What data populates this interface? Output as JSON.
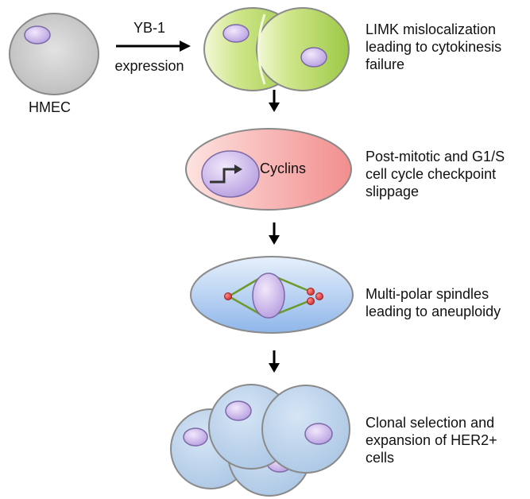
{
  "start": {
    "cell_label": "HMEC",
    "arrow_label_top": "YB-1",
    "arrow_label_bottom": "expression"
  },
  "steps": [
    {
      "label": "LIMK mislocalization\nleading to cytokinesis\nfailure"
    },
    {
      "label": "Post-mitotic and G1/S\ncell cycle checkpoint\nslippage",
      "inner_label": "Cyclins"
    },
    {
      "label": "Multi-polar spindles\nleading to aneuploidy"
    },
    {
      "label": "Clonal selection and\nexpansion of HER2+\ncells"
    }
  ],
  "colors": {
    "hmec_cell": "#d0d0d0",
    "dividing_cell": "#c4df7a",
    "checkpoint_cell": "#f4a3a3",
    "spindle_cell": "#b9d3f2",
    "clone_cell": "#bcd4ec",
    "nucleus": "#cdb8e8",
    "centrosome": "#e04a4a",
    "spindle_fiber": "#6e9a2c"
  }
}
